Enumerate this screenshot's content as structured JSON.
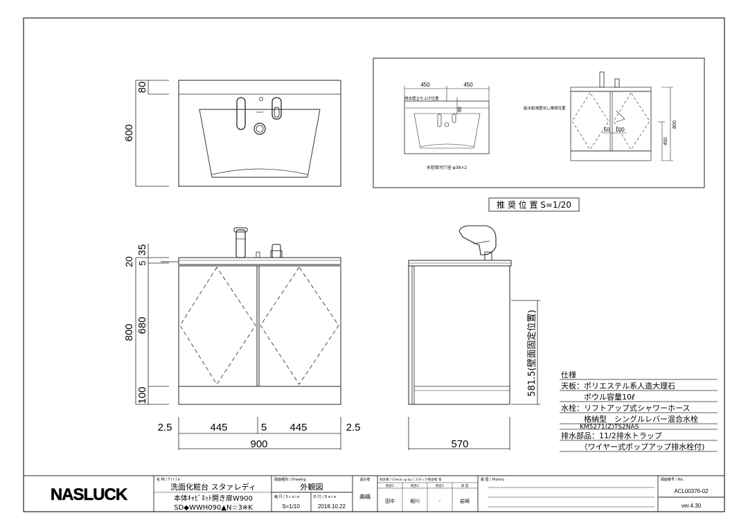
{
  "dims": {
    "plan_80": "80",
    "plan_600": "600",
    "front_35": "35",
    "front_20": "20",
    "front_5": "5",
    "front_680": "680",
    "front_800": "800",
    "front_100": "100",
    "w_2_5_left": "2.5",
    "w_445_left": "445",
    "w_5": "5",
    "w_445_right": "445",
    "w_2_5_right": "2.5",
    "w_900": "900",
    "side_570": "570",
    "side_581": "581.5(壁面固定位置)"
  },
  "recommended": {
    "d450a": "450",
    "d450b": "450",
    "label_drain": "排水管立ち上げ位置",
    "d85": "85",
    "faucet_hole": "水栓取付穴径 φ38×2",
    "label_supply": "給水給湯壁出し推奨位置",
    "d50": "50",
    "d100": "100",
    "d800": "800",
    "d450v": "450",
    "caption": "推 奨 位 置  S=1/20"
  },
  "spec": {
    "heading": "仕様",
    "lines": [
      "天板：ポリエステル系人造大理石",
      "　　　ボウル容量10ℓ",
      "水栓：リフトアップ式シャワーホース",
      "　　　格納型　シングルレバー混合水栓",
      "　　　KM5271(Z)TS2NAS",
      "排水部品：11/2排水トラップ",
      "　　　（ワイヤー式ポップアップ排水栓付)"
    ]
  },
  "title_block": {
    "logo": "NASLUCK",
    "name_label": "名 称 / T i t l e",
    "name_line1": "洗面化粧台 スタァレディ",
    "name_line2": "本体ｷｬﾋﾞﾈｯﾄ開き扉W900",
    "name_line3": "SD◆WWH090▲N☆3※K",
    "drawing_label": "図面種別 / Drawing",
    "drawing_value": "外観図",
    "scale_label": "縮 尺 / S c a l e",
    "scale_value": "S=1/10",
    "date_label": "日 付 / D a t e",
    "date_value": "2018.10.22",
    "designer_label": "設計者",
    "designer_value": "高嶋",
    "check_label": "照合者 / Check up by / スタック照合者 等",
    "check_heads": [
      "照合1",
      "照合2",
      "照合3",
      "承 認"
    ],
    "check_values": [
      "田中",
      "堀川",
      "-",
      "岩崎"
    ],
    "history_label": "履 歴 / History",
    "number_label": "図面番号 / No.",
    "number_value": "ACL00376-02",
    "version_value": "ver.4.30"
  }
}
